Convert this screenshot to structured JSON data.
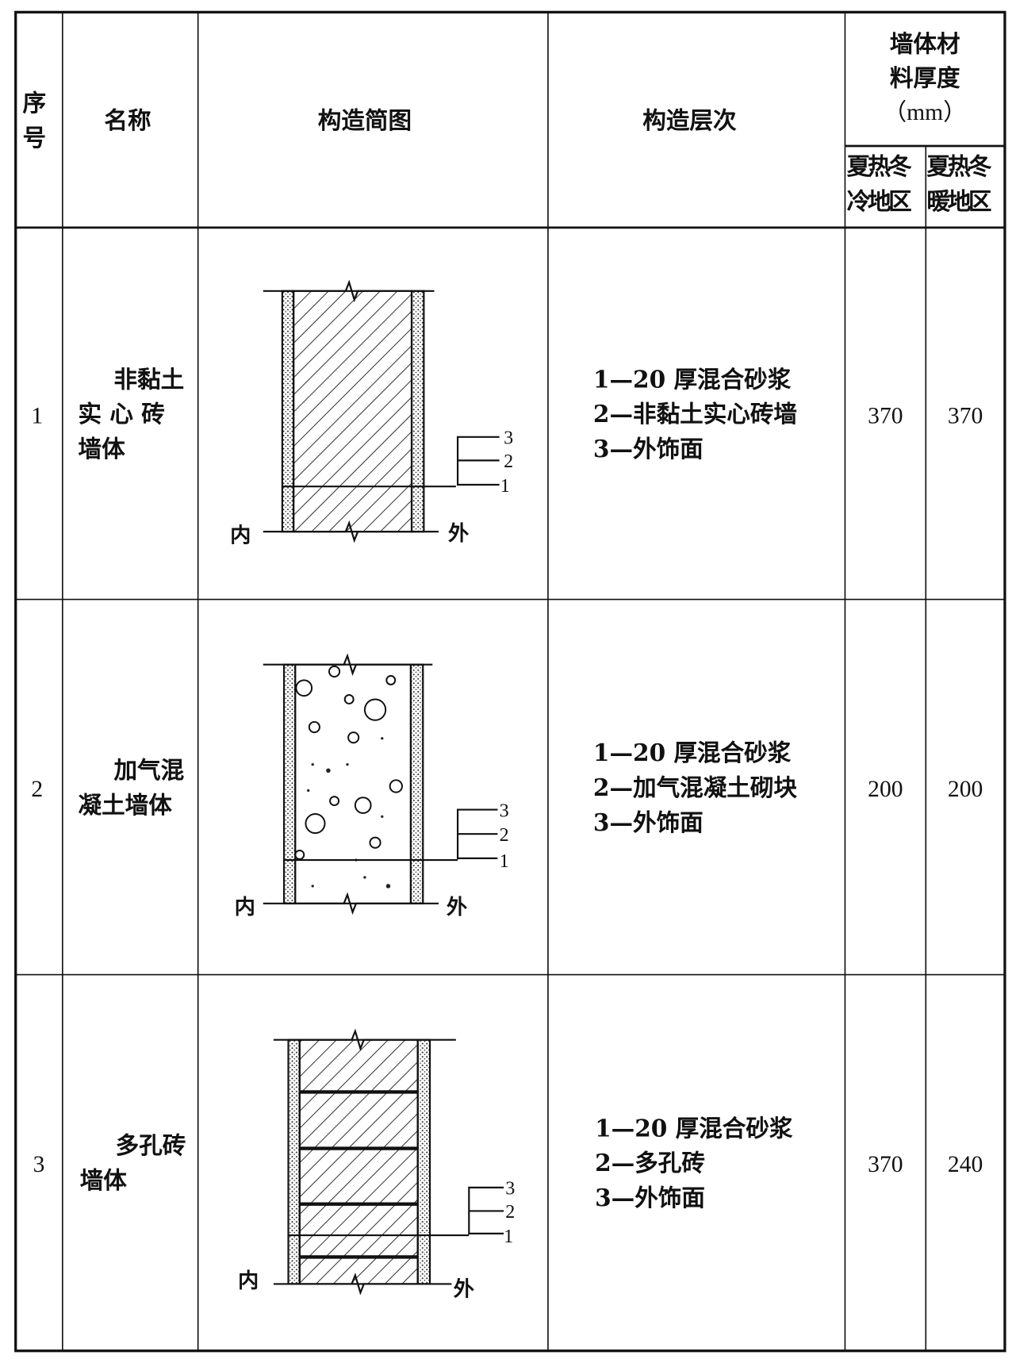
{
  "header": {
    "seq": [
      "序",
      "号"
    ],
    "name": "名称",
    "diagram": "构造简图",
    "layers": "构造层次",
    "thickness": [
      "墙体材",
      "料厚度",
      "（mm）"
    ],
    "region_a": [
      "夏热冬",
      "冷地区"
    ],
    "region_b": [
      "夏热冬",
      "暖地区"
    ]
  },
  "diagram_labels": {
    "inner": "内",
    "outer": "外",
    "l1": "1",
    "l2": "2",
    "l3": "3"
  },
  "rows": [
    {
      "seq": "1",
      "name": [
        "非黏土",
        "实 心 砖",
        "墙体"
      ],
      "layers": [
        "1—20 厚混合砂浆",
        "2—非黏土实心砖墙",
        "3—外饰面"
      ],
      "a": "370",
      "b": "370"
    },
    {
      "seq": "2",
      "name": [
        "加气混",
        "凝土墙体"
      ],
      "layers": [
        "1—20 厚混合砂浆",
        "2—加气混凝土砌块",
        "3—外饰面"
      ],
      "a": "200",
      "b": "200"
    },
    {
      "seq": "3",
      "name": [
        "多孔砖",
        "墙体"
      ],
      "layers": [
        "1—20 厚混合砂浆",
        "2—多孔砖",
        "3—外饰面"
      ],
      "a": "370",
      "b": "240"
    }
  ]
}
